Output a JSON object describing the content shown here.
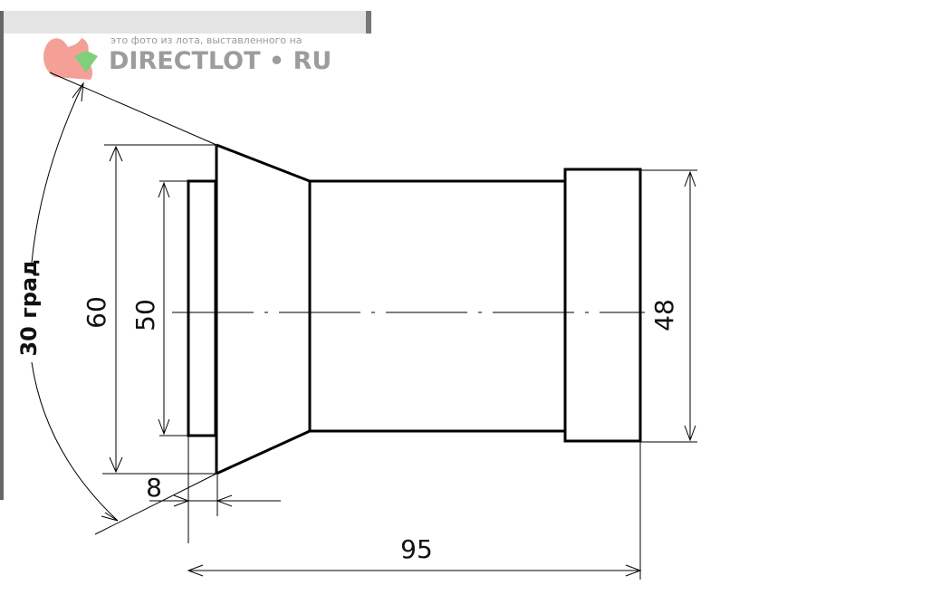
{
  "watermark": {
    "line1": "это фото из лота, выставленного на",
    "line2": "DIRECTLOT • RU",
    "logo_color": "#f4a097",
    "gem_color": "#7fd07a"
  },
  "dimensions": {
    "angle": "30 град",
    "outer_diameter": "60",
    "inner_diameter": "50",
    "right_diameter": "48",
    "flange_width": "8",
    "total_length": "95"
  }
}
